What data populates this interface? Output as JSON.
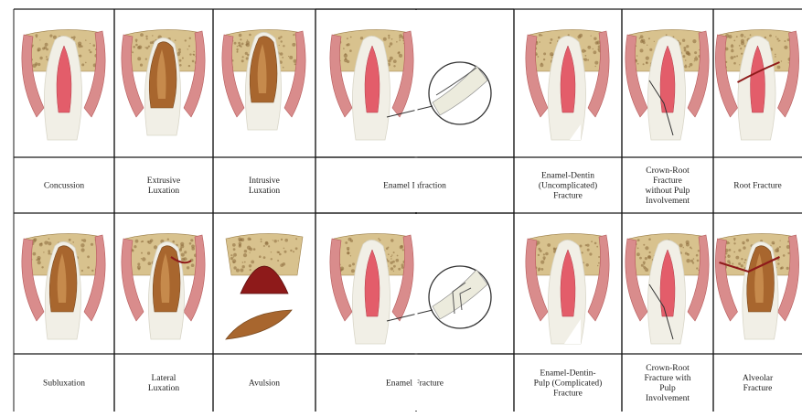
{
  "rows": [
    {
      "cells": [
        {
          "label_lines": [
            "Concussion"
          ],
          "illustration": "tooth-concussion",
          "span": 1
        },
        {
          "label_lines": [
            "Extrusive",
            "Luxation"
          ],
          "illustration": "tooth-extrusive-luxation",
          "span": 1
        },
        {
          "label_lines": [
            "Intrusive",
            "Luxation"
          ],
          "illustration": "tooth-intrusive-luxation",
          "span": 1
        },
        {
          "label_lines": [
            "Enamel Infraction"
          ],
          "illustration": "tooth-enamel-infraction",
          "span": 2
        },
        {
          "label_lines": [
            "Enamel-Dentin",
            "(Uncomplicated)",
            "Fracture"
          ],
          "illustration": "tooth-enamel-dentin-fracture",
          "span": 1
        },
        {
          "label_lines": [
            "Crown-Root",
            "Fracture",
            "without Pulp",
            "Involvement"
          ],
          "illustration": "tooth-crown-root-no-pulp",
          "span": 1
        },
        {
          "label_lines": [
            "Root Fracture"
          ],
          "illustration": "tooth-root-fracture",
          "span": 1
        }
      ]
    },
    {
      "cells": [
        {
          "label_lines": [
            "Subluxation"
          ],
          "illustration": "tooth-subluxation",
          "span": 1
        },
        {
          "label_lines": [
            "Lateral",
            "Luxation"
          ],
          "illustration": "tooth-lateral-luxation",
          "span": 1
        },
        {
          "label_lines": [
            "Avulsion"
          ],
          "illustration": "tooth-avulsion",
          "span": 1
        },
        {
          "label_lines": [
            "Enamel Fracture"
          ],
          "illustration": "tooth-enamel-fracture",
          "span": 2
        },
        {
          "label_lines": [
            "Enamel-Dentin-",
            "Pulp (Complicated)",
            "Fracture"
          ],
          "illustration": "tooth-complicated-fracture",
          "span": 1
        },
        {
          "label_lines": [
            "Crown-Root",
            "Fracture with",
            "Pulp",
            "Involvement"
          ],
          "illustration": "tooth-crown-root-pulp",
          "span": 1
        },
        {
          "label_lines": [
            "Alveolar",
            "Fracture"
          ],
          "illustration": "tooth-alveolar-fracture",
          "span": 1
        }
      ]
    }
  ],
  "colors": {
    "gum": "#d98c8c",
    "gum_dark": "#b55a5a",
    "bone": "#d8c28e",
    "bone_dot": "#8a6a3a",
    "tooth": "#f1efe6",
    "tooth_shadow": "#d9d6c8",
    "pulp": "#e35d6a",
    "root_brown": "#a8662e",
    "root_light": "#d39a5a",
    "blood": "#8e1a1a",
    "grid": "#1a1a1a"
  }
}
